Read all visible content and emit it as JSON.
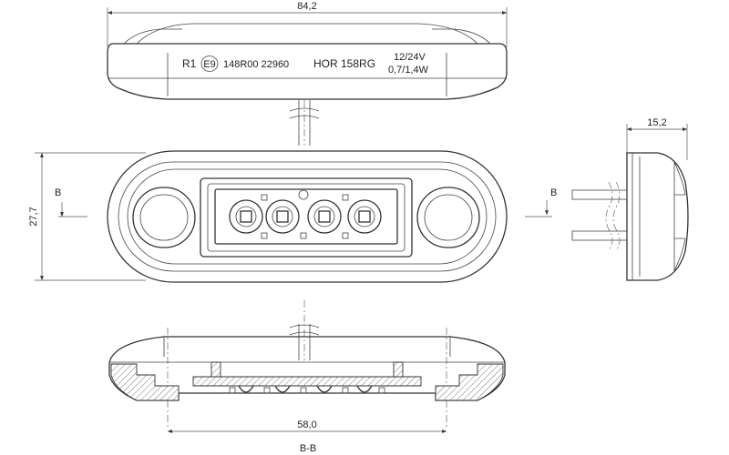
{
  "dimensions": {
    "overall_length": "84,2",
    "height": "27,7",
    "depth": "15,2",
    "mount_spacing": "58,0"
  },
  "marking": {
    "class": "R1",
    "approval_mark": "E9",
    "approval_numbers": "148R00 22960",
    "model": "HOR 158RG",
    "voltage": "12/24V",
    "power": "0,7/1,4W"
  },
  "section": {
    "marker": "B",
    "title": "B-B"
  }
}
